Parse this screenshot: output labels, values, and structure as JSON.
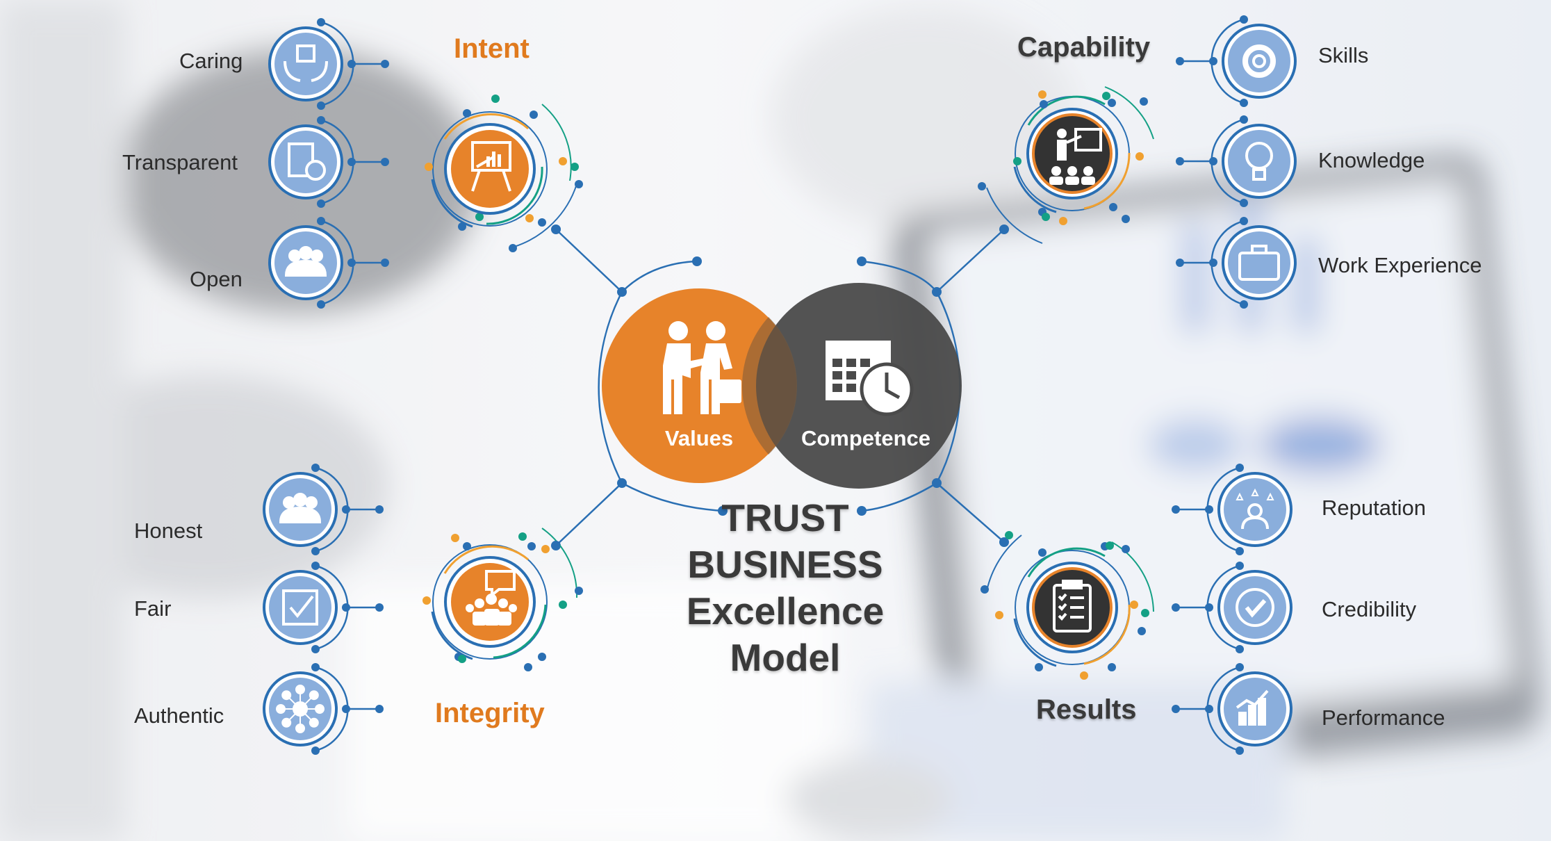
{
  "title": {
    "line1": "TRUST",
    "line2": "BUSINESS",
    "line3": "Excellence",
    "line4": "Model"
  },
  "core": {
    "values_label": "Values",
    "competence_label": "Competence"
  },
  "categories": {
    "intent": "Intent",
    "integrity": "Integrity",
    "capability": "Capability",
    "results": "Results"
  },
  "items": {
    "intent": [
      "Caring",
      "Transparent",
      "Open"
    ],
    "integrity": [
      "Honest",
      "Fair",
      "Authentic"
    ],
    "capability": [
      "Skills",
      "Knowledge",
      "Work Experience"
    ],
    "results": [
      "Reputation",
      "Credibility",
      "Performance"
    ]
  },
  "icons": {
    "values": "handshake-icon",
    "competence": "calendar-clock-icon",
    "intent": "presentation-chart-icon",
    "integrity": "group-discussion-icon",
    "capability": "trainer-audience-icon",
    "results": "clipboard-checklist-icon",
    "caring": "hands-box-icon",
    "transparent": "calculator-dollar-icon",
    "open": "team-icon",
    "honest": "handshake-icon",
    "fair": "checkbox-icon",
    "authentic": "network-hub-icon",
    "skills": "gear-icon",
    "knowledge": "lightbulb-icon",
    "work_experience": "briefcase-icon",
    "reputation": "person-stars-icon",
    "credibility": "check-badge-icon",
    "performance": "bar-chart-icon"
  },
  "colors": {
    "orange": "#E7832A",
    "dark": "#4a4a4a",
    "blue": "#2a6fb3",
    "icon_fill": "#8aaedc",
    "teal": "#14a085",
    "accent_orange": "#f0a030"
  }
}
